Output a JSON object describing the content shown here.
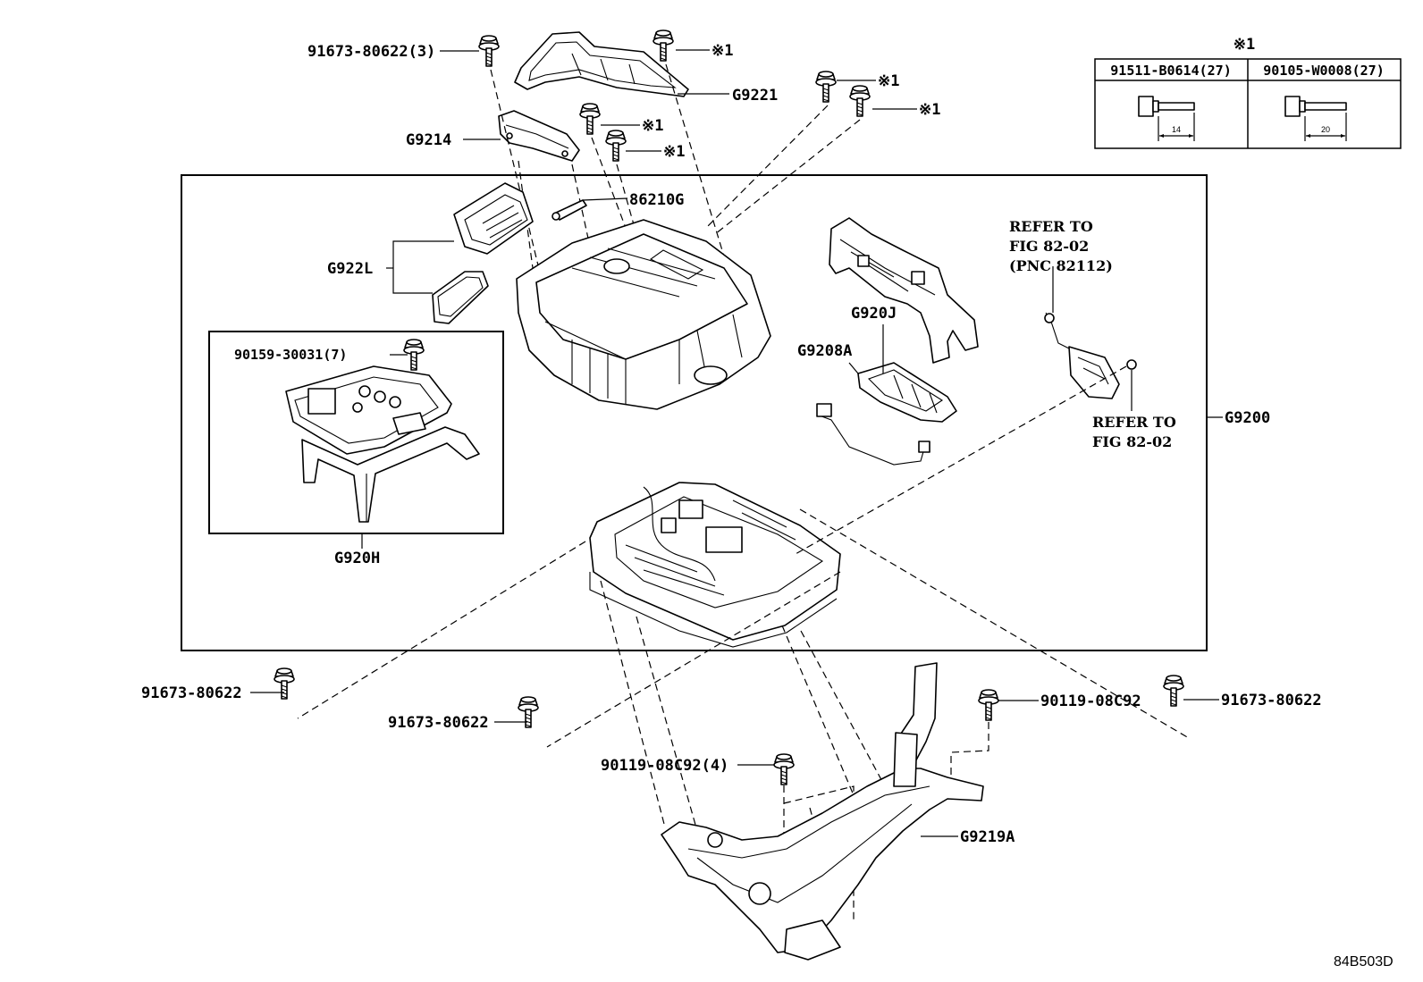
{
  "diagram": {
    "figure_id": "84B503D",
    "assembly_label": "G9200",
    "labels": {
      "p_91673_80622_3": "91673-80622(3)",
      "g9221": "G9221",
      "g9214": "G9214",
      "p_86210g": "86210G",
      "g922l": "G922L",
      "p_90159_30031_7": "90159-30031(7)",
      "g920h": "G920H",
      "g920j": "G920J",
      "g9208a": "G9208A",
      "g9219a": "G9219A",
      "p_91673_80622_left": "91673-80622",
      "p_91673_80622_mid": "91673-80622",
      "p_91673_80622_right": "91673-80622",
      "p_90119_08c92_right": "90119-08C92",
      "p_90119_08c92_4": "90119-08C92(4)",
      "mark1_a": "※1",
      "mark1_b": "※1",
      "mark1_c": "※1",
      "mark1_d": "※1",
      "mark1_e": "※1"
    },
    "refer_top": [
      "REFER TO",
      "FIG 82-02",
      "(PNC 82112)"
    ],
    "refer_bottom": [
      "REFER TO",
      "FIG 82-02"
    ]
  },
  "legend_table": {
    "mark": "※1",
    "columns": [
      {
        "part": "91511-B0614(27)",
        "length": "14"
      },
      {
        "part": "90105-W0008(27)",
        "length": "20"
      }
    ]
  }
}
